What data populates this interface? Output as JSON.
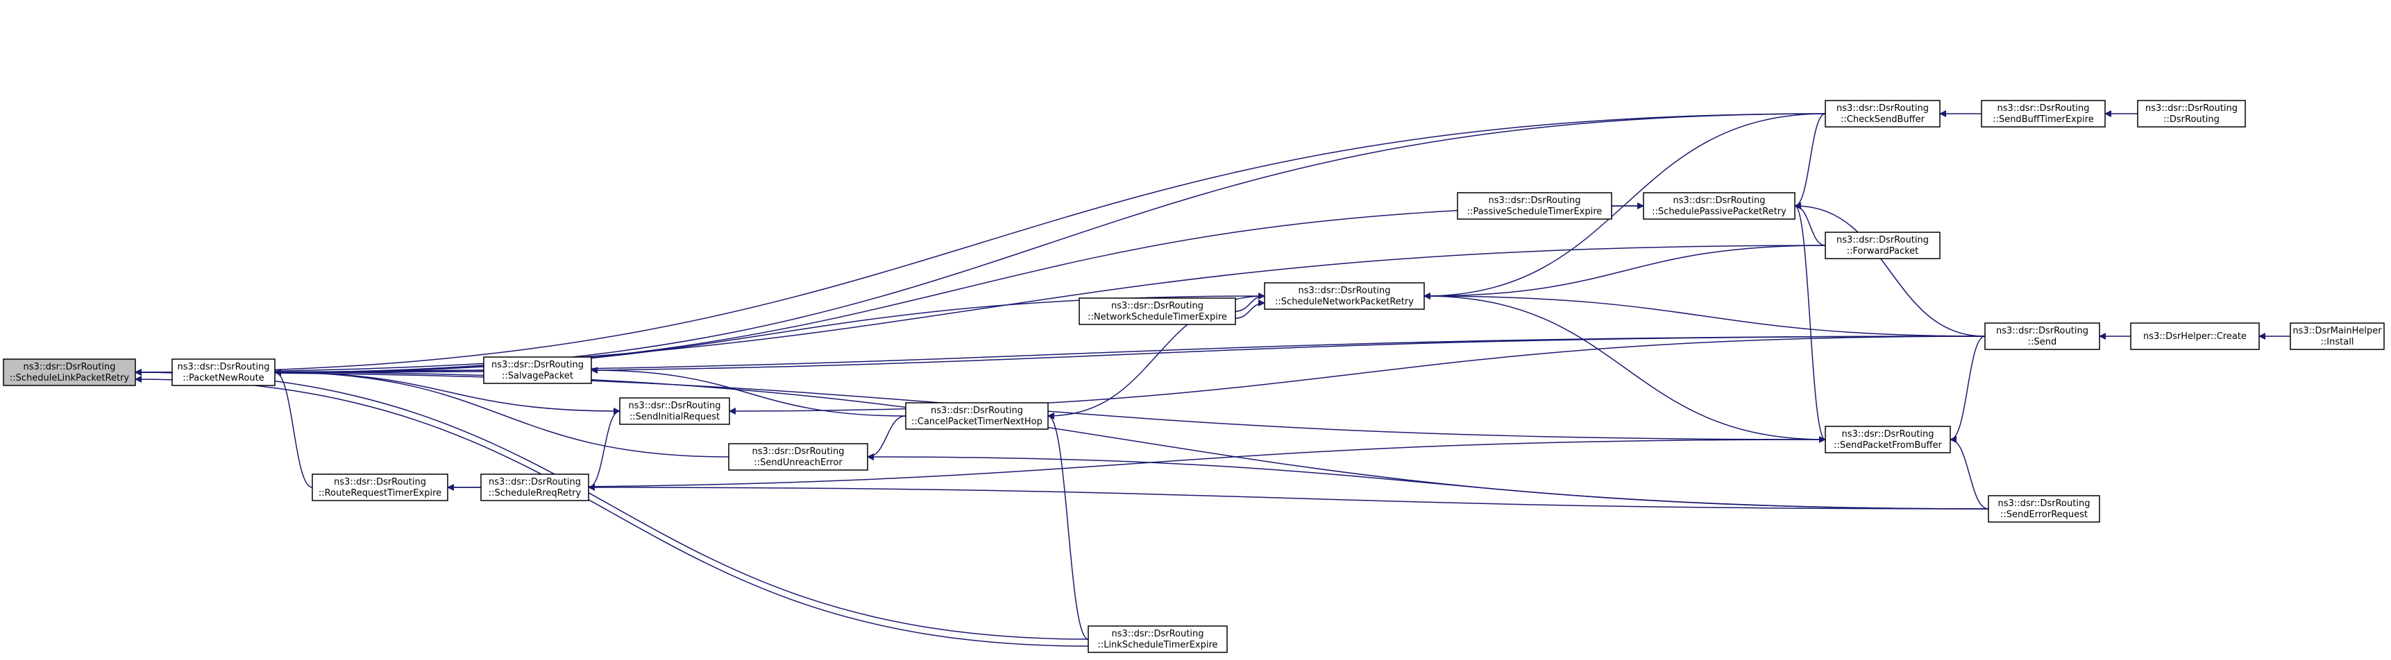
{
  "colors": {
    "edge": "#191970",
    "root_fill": "#bfbfbf",
    "node_fill": "#ffffff"
  },
  "nodes": {
    "root": {
      "lines": [
        "ns3::dsr::DsrRouting",
        "::ScheduleLinkPacketRetry"
      ]
    },
    "pnr": {
      "lines": [
        "ns3::dsr::DsrRouting",
        "::PacketNewRoute"
      ]
    },
    "salv": {
      "lines": [
        "ns3::dsr::DsrRouting",
        "::SalvagePacket"
      ]
    },
    "sir": {
      "lines": [
        "ns3::dsr::DsrRouting",
        "::SendInitialRequest"
      ]
    },
    "sue": {
      "lines": [
        "ns3::dsr::DsrRouting",
        "::SendUnreachError"
      ]
    },
    "rrte": {
      "lines": [
        "ns3::dsr::DsrRouting",
        "::RouteRequestTimerExpire"
      ]
    },
    "srr": {
      "lines": [
        "ns3::dsr::DsrRouting",
        "::ScheduleRreqRetry"
      ]
    },
    "cpt": {
      "lines": [
        "ns3::dsr::DsrRouting",
        "::CancelPacketTimerNextHop"
      ]
    },
    "nste": {
      "lines": [
        "ns3::dsr::DsrRouting",
        "::NetworkScheduleTimerExpire"
      ]
    },
    "snpr": {
      "lines": [
        "ns3::dsr::DsrRouting",
        "::ScheduleNetworkPacketRetry"
      ]
    },
    "lste": {
      "lines": [
        "ns3::dsr::DsrRouting",
        "::LinkScheduleTimerExpire"
      ]
    },
    "pste": {
      "lines": [
        "ns3::dsr::DsrRouting",
        "::PassiveScheduleTimerExpire"
      ]
    },
    "sppr": {
      "lines": [
        "ns3::dsr::DsrRouting",
        "::SchedulePassivePacketRetry"
      ]
    },
    "csb": {
      "lines": [
        "ns3::dsr::DsrRouting",
        "::CheckSendBuffer"
      ]
    },
    "fwd": {
      "lines": [
        "ns3::dsr::DsrRouting",
        "::ForwardPacket"
      ]
    },
    "spfb": {
      "lines": [
        "ns3::dsr::DsrRouting",
        "::SendPacketFromBuffer"
      ]
    },
    "sbte": {
      "lines": [
        "ns3::dsr::DsrRouting",
        "::SendBuffTimerExpire"
      ]
    },
    "ctor": {
      "lines": [
        "ns3::dsr::DsrRouting",
        "::DsrRouting"
      ]
    },
    "send": {
      "lines": [
        "ns3::dsr::DsrRouting",
        "::Send"
      ]
    },
    "ser": {
      "lines": [
        "ns3::dsr::DsrRouting",
        "::SendErrorRequest"
      ]
    },
    "create": {
      "lines": [
        "ns3::DsrHelper::Create"
      ]
    },
    "install": {
      "lines": [
        "ns3::DsrMainHelper",
        "::Install"
      ]
    }
  },
  "edges": [
    [
      "pnr",
      "root"
    ],
    [
      "csb",
      "root"
    ],
    [
      "send",
      "root"
    ],
    [
      "fwd",
      "root"
    ],
    [
      "spfb",
      "root"
    ],
    [
      "lste",
      "root"
    ],
    [
      "sir",
      "pnr"
    ],
    [
      "salv",
      "pnr"
    ],
    [
      "sue",
      "pnr"
    ],
    [
      "rrte",
      "pnr"
    ],
    [
      "snpr",
      "pnr"
    ],
    [
      "sppr",
      "pnr"
    ],
    [
      "csb",
      "pnr"
    ],
    [
      "send",
      "pnr"
    ],
    [
      "ser",
      "pnr"
    ],
    [
      "srr",
      "sir"
    ],
    [
      "send",
      "sir"
    ],
    [
      "cpt",
      "salv"
    ],
    [
      "srr",
      "rrte"
    ],
    [
      "ser",
      "srr"
    ],
    [
      "cpt",
      "sue"
    ],
    [
      "ser",
      "sue"
    ],
    [
      "nste",
      "snpr"
    ],
    [
      "snpr",
      "cpt"
    ],
    [
      "lste",
      "cpt"
    ],
    [
      "nste",
      "snpr"
    ],
    [
      "csb",
      "snpr"
    ],
    [
      "send",
      "snpr"
    ],
    [
      "spfb",
      "snpr"
    ],
    [
      "fwd",
      "snpr"
    ],
    [
      "pste",
      "sppr"
    ],
    [
      "csb",
      "sppr"
    ],
    [
      "spfb",
      "sppr"
    ],
    [
      "send",
      "sppr"
    ],
    [
      "fwd",
      "sppr"
    ],
    [
      "sbte",
      "csb"
    ],
    [
      "ctor",
      "sbte"
    ],
    [
      "send",
      "spfb"
    ],
    [
      "ser",
      "spfb"
    ],
    [
      "rrte",
      "spfb"
    ],
    [
      "create",
      "send"
    ],
    [
      "install",
      "create"
    ],
    [
      "lste",
      "root"
    ]
  ]
}
